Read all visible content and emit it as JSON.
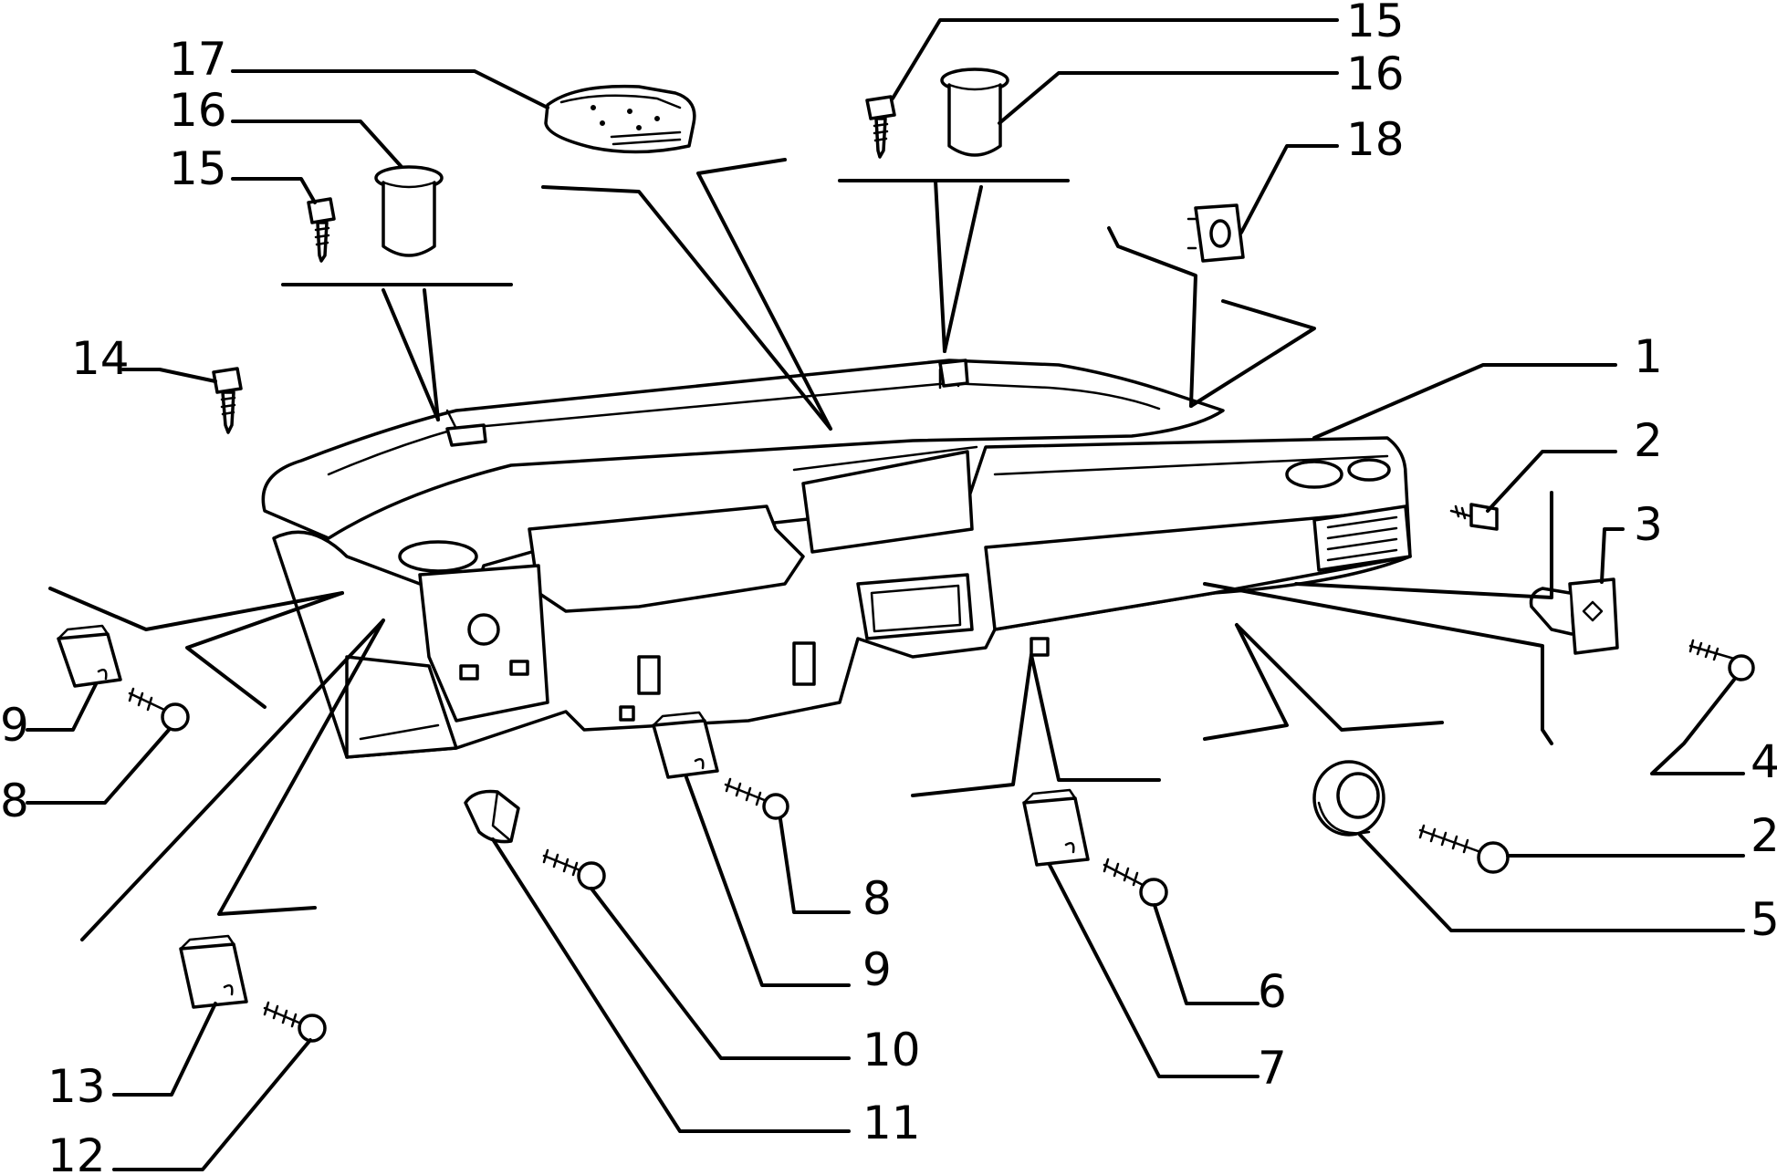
{
  "callouts": [
    {
      "id": "17",
      "text": "17"
    },
    {
      "id": "16a",
      "text": "16"
    },
    {
      "id": "15a",
      "text": "15"
    },
    {
      "id": "15b",
      "text": "15"
    },
    {
      "id": "16b",
      "text": "16"
    },
    {
      "id": "18",
      "text": "18"
    },
    {
      "id": "14",
      "text": "14"
    },
    {
      "id": "1",
      "text": "1"
    },
    {
      "id": "2a",
      "text": "2"
    },
    {
      "id": "3",
      "text": "3"
    },
    {
      "id": "4",
      "text": "4"
    },
    {
      "id": "2b",
      "text": "2"
    },
    {
      "id": "5",
      "text": "5"
    },
    {
      "id": "6",
      "text": "6"
    },
    {
      "id": "7",
      "text": "7"
    },
    {
      "id": "8a",
      "text": "8"
    },
    {
      "id": "9a",
      "text": "9"
    },
    {
      "id": "9b",
      "text": "9"
    },
    {
      "id": "8b",
      "text": "8"
    },
    {
      "id": "10",
      "text": "10"
    },
    {
      "id": "11",
      "text": "11"
    },
    {
      "id": "13",
      "text": "13"
    },
    {
      "id": "12",
      "text": "12"
    }
  ]
}
